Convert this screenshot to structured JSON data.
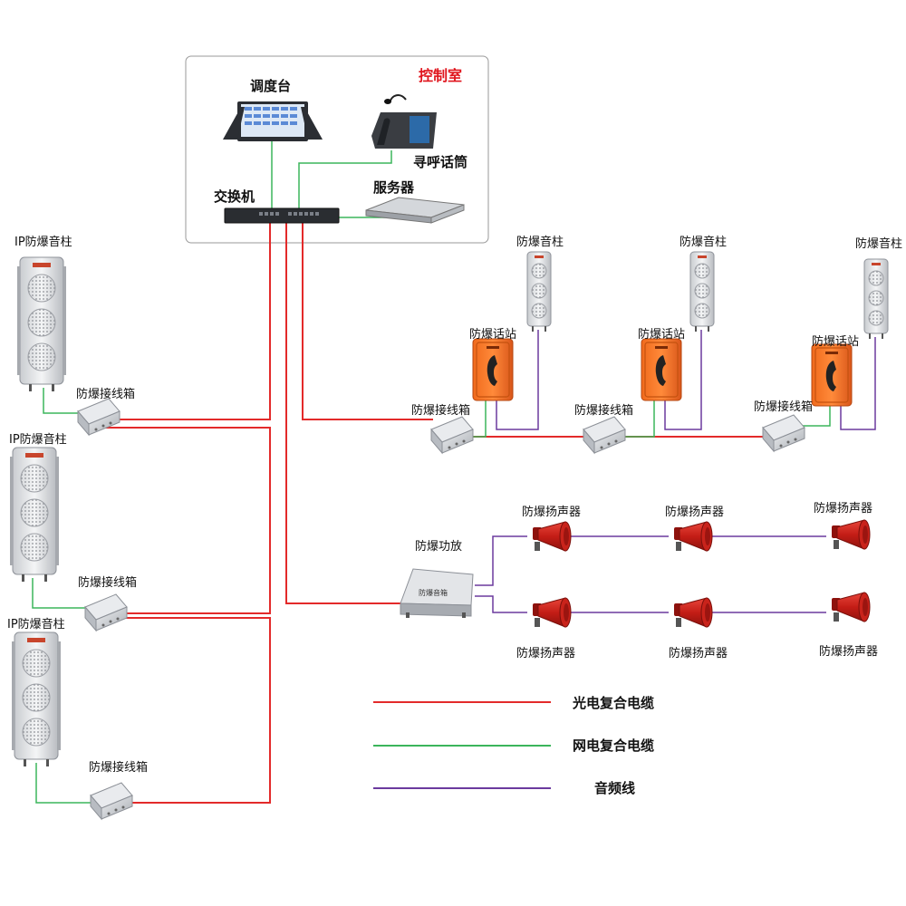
{
  "control_room": {
    "title": "控制室",
    "console_label": "调度台",
    "paging_mic_label": "寻呼话筒",
    "switch_label": "交换机",
    "server_label": "服务器"
  },
  "left_column": {
    "speaker_column_label": "IP防爆音柱",
    "junction_box_label": "防爆接线箱"
  },
  "right_network": {
    "speaker_column_label": "防爆音柱",
    "phone_station_label": "防爆话站",
    "junction_box_label": "防爆接线箱"
  },
  "amplifier": {
    "label": "防爆功放",
    "plate_text": "防爆音箱"
  },
  "horn_speaker_label": "防爆扬声器",
  "legend": [
    {
      "label": "光电复合电缆",
      "color": "#e32a2a"
    },
    {
      "label": "网电复合电缆",
      "color": "#3bb55b"
    },
    {
      "label": "音频线",
      "color": "#6b3a9e"
    }
  ],
  "colors": {
    "fiber_power": "#e32a2a",
    "network_power": "#3bb55b",
    "audio": "#6b3a9e",
    "title_red": "#e0151d"
  }
}
